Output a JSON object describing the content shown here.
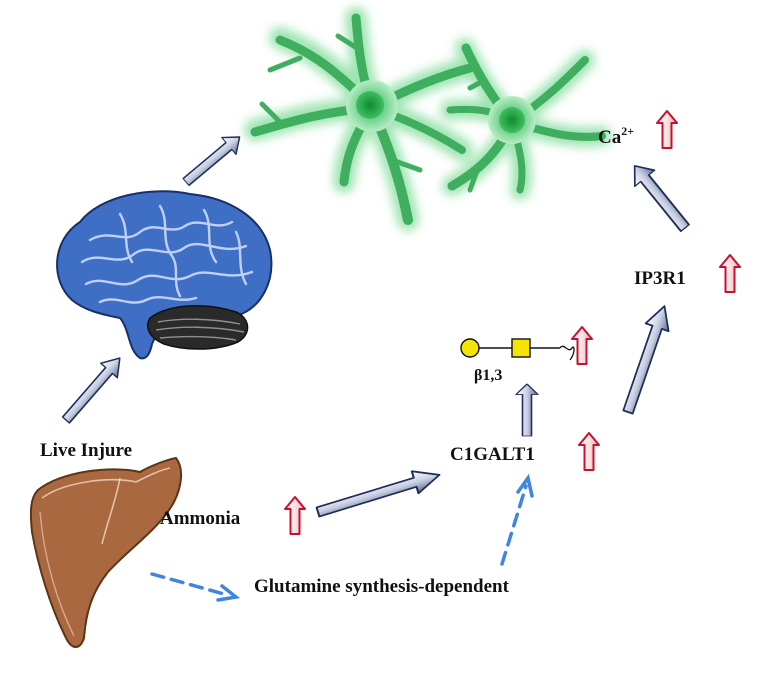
{
  "labels": {
    "calcium_base": "Ca",
    "calcium_superscript": "2+",
    "ip3r1": "IP3R1",
    "c1galt1": "C1GALT1",
    "beta_linkage": "β1,3",
    "live_injure": "Live Injure",
    "ammonia": "Ammonia",
    "glutamine": "Glutamine synthesis-dependent"
  },
  "colors": {
    "up_arrow": "#c8102e",
    "arrow_body": "#d9deeb",
    "arrow_outline": "#1f2d5a",
    "dashed_arrow": "#3f86e0",
    "brain": "#3f6fc4",
    "cerebellum": "#2a2a2a",
    "astrocyte": "#3fae5f",
    "liver": "#a9683f",
    "galactose": "#f5e400",
    "galnac": "#f5e400"
  },
  "icons": [
    "brain-icon",
    "astrocyte-icon",
    "liver-icon",
    "galactose-circle-icon",
    "galnac-square-icon",
    "up-arrow-icon"
  ]
}
